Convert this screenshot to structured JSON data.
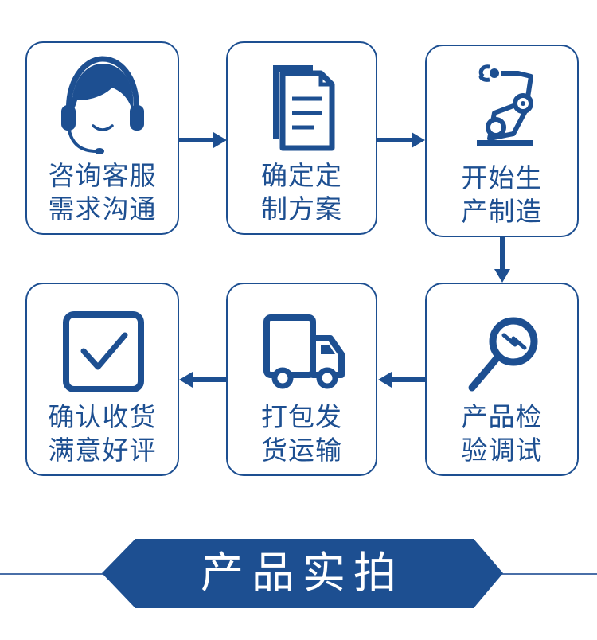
{
  "steps": [
    {
      "line1": "咨询客服",
      "line2": "需求沟通",
      "icon": "customer-service-headset-icon"
    },
    {
      "line1": "确定定",
      "line2": "制方案",
      "icon": "document-icon"
    },
    {
      "line1": "开始生",
      "line2": "产制造",
      "icon": "robot-arm-icon"
    },
    {
      "line1": "产品检",
      "line2": "验调试",
      "icon": "magnifier-icon"
    },
    {
      "line1": "打包发",
      "line2": "货运输",
      "icon": "delivery-truck-icon"
    },
    {
      "line1": "确认收货",
      "line2": "满意好评",
      "icon": "checkbox-icon"
    }
  ],
  "banner": {
    "title": "产品实拍"
  },
  "colors": {
    "primary": "#1d4f91",
    "background": "#ffffff"
  }
}
